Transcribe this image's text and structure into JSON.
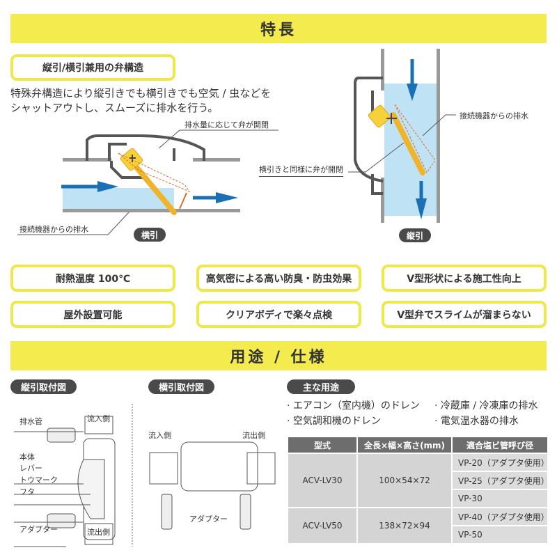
{
  "features_banner": "特長",
  "valve": {
    "title": "縦引/横引兼用の弁構造",
    "description": [
      "特殊弁構造により縦引きでも横引きでも空気 / 虫などを",
      "シャットアウトし、スムーズに排水を行う。"
    ],
    "horizontal": {
      "label_open": "排水量に応じて弁が開閉",
      "label_drain": "接続機器からの排水",
      "badge": "横引"
    },
    "vertical": {
      "label_open": "横引きと同様に弁が開閉",
      "label_drain": "接続機器からの排水",
      "badge": "縦引"
    }
  },
  "features": [
    "耐熱温度 100℃",
    "高気密による高い防臭・防虫効果",
    "V型形状による施工性向上",
    "屋外設置可能",
    "クリアボディで楽々点検",
    "V型弁でスライムが溜まらない"
  ],
  "spec_banner": "用途 / 仕様",
  "vertical_install": {
    "title": "縦引取付図",
    "labels": [
      "排水管",
      "流入側",
      "本体",
      "レバー",
      "トウマーク",
      "フタ",
      "アダプター",
      "流出側"
    ]
  },
  "horizontal_install": {
    "title": "横引取付図",
    "labels": [
      "流入側",
      "流出側",
      "アダプター"
    ]
  },
  "uses": {
    "title": "主な用途",
    "items": [
      "· エアコン（室内機）のドレン",
      "· 冷蔵庫 / 冷凍庫の排水",
      "· 空気調和機のドレン",
      "· 電気温水器の排水"
    ]
  },
  "spec_table": {
    "headers": [
      "型式",
      "全長×幅×高さ(mm)",
      "適合塩ビ管呼び径"
    ],
    "rows": [
      {
        "model": "ACV-LV30",
        "size": "100×54×72",
        "pipes": [
          "VP-20（アダプタ使用）",
          "VP-25（アダプタ使用）",
          "VP-30"
        ]
      },
      {
        "model": "ACV-LV50",
        "size": "138×72×94",
        "pipes": [
          "VP-40（アダプタ使用）",
          "VP-50"
        ]
      }
    ]
  },
  "colors": {
    "yellow": "#f4ec4f",
    "blue": "#1a6fb5",
    "water": "#bfe3f5",
    "valve": "#f5d23a"
  }
}
